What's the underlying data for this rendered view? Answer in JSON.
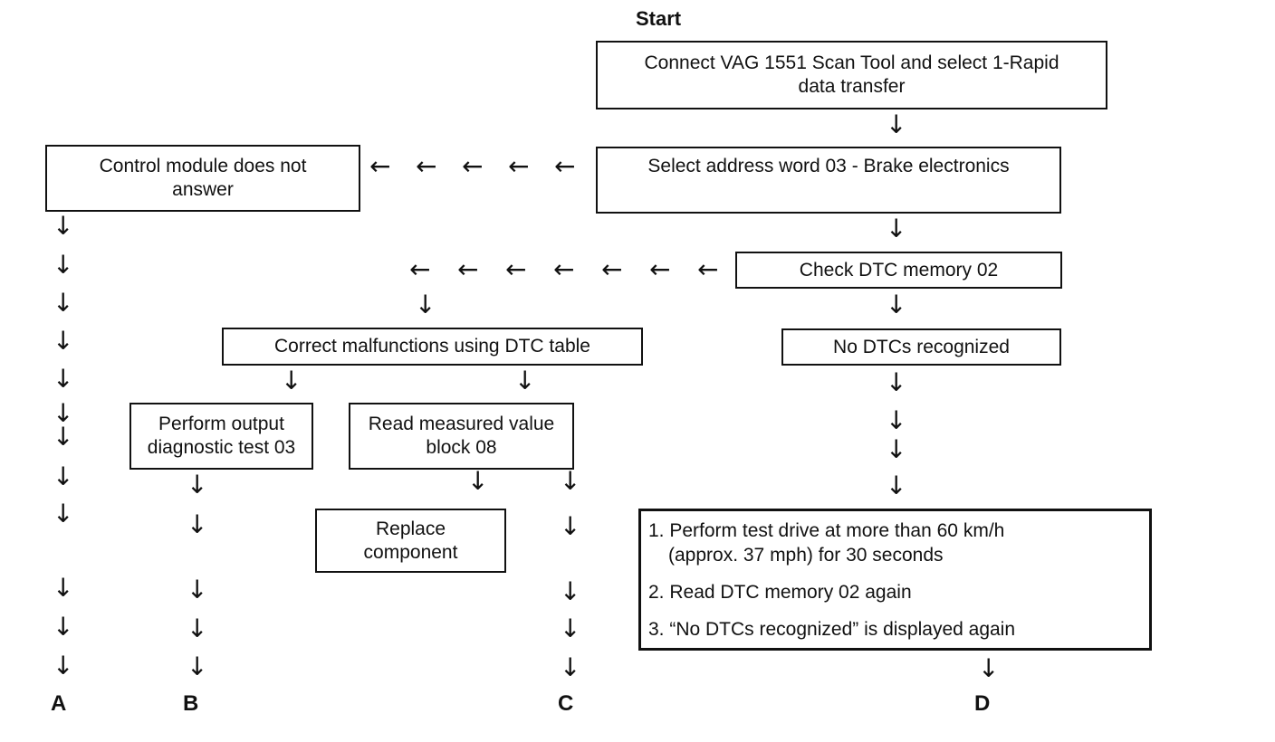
{
  "flowchart": {
    "start_label": "Start",
    "boxes": {
      "connect": {
        "lines": [
          "Connect VAG 1551 Scan Tool and select 1-Rapid",
          "data transfer"
        ]
      },
      "no_answer": {
        "lines": [
          "Control module does not",
          "answer"
        ]
      },
      "select_address": {
        "lines": [
          "Select address word 03 - Brake electronics"
        ]
      },
      "check_dtc": {
        "lines": [
          "Check DTC memory 02"
        ]
      },
      "correct_malfunctions": {
        "lines": [
          "Correct malfunctions using DTC table"
        ]
      },
      "no_dtcs": {
        "lines": [
          "No DTCs recognized"
        ]
      },
      "output_test": {
        "lines": [
          "Perform output",
          "diagnostic test 03"
        ]
      },
      "read_block": {
        "lines": [
          "Read measured value",
          "block 08"
        ]
      },
      "replace": {
        "lines": [
          "Replace",
          "component"
        ]
      },
      "test_drive": {
        "steps": [
          {
            "line1": "1. Perform test drive at more than 60 km/h",
            "line2": "(approx. 37 mph) for 30 seconds"
          },
          {
            "line1": "2. Read DTC memory 02 again"
          },
          {
            "line1": "3. “No DTCs recognized” is displayed again"
          }
        ]
      }
    },
    "branch_labels": {
      "a": "A",
      "b": "B",
      "c": "C",
      "d": "D"
    },
    "icons": {
      "down_arrow": "↓",
      "left_arrow": "←"
    },
    "colors": {
      "line": "#111111",
      "background": "#ffffff"
    }
  }
}
